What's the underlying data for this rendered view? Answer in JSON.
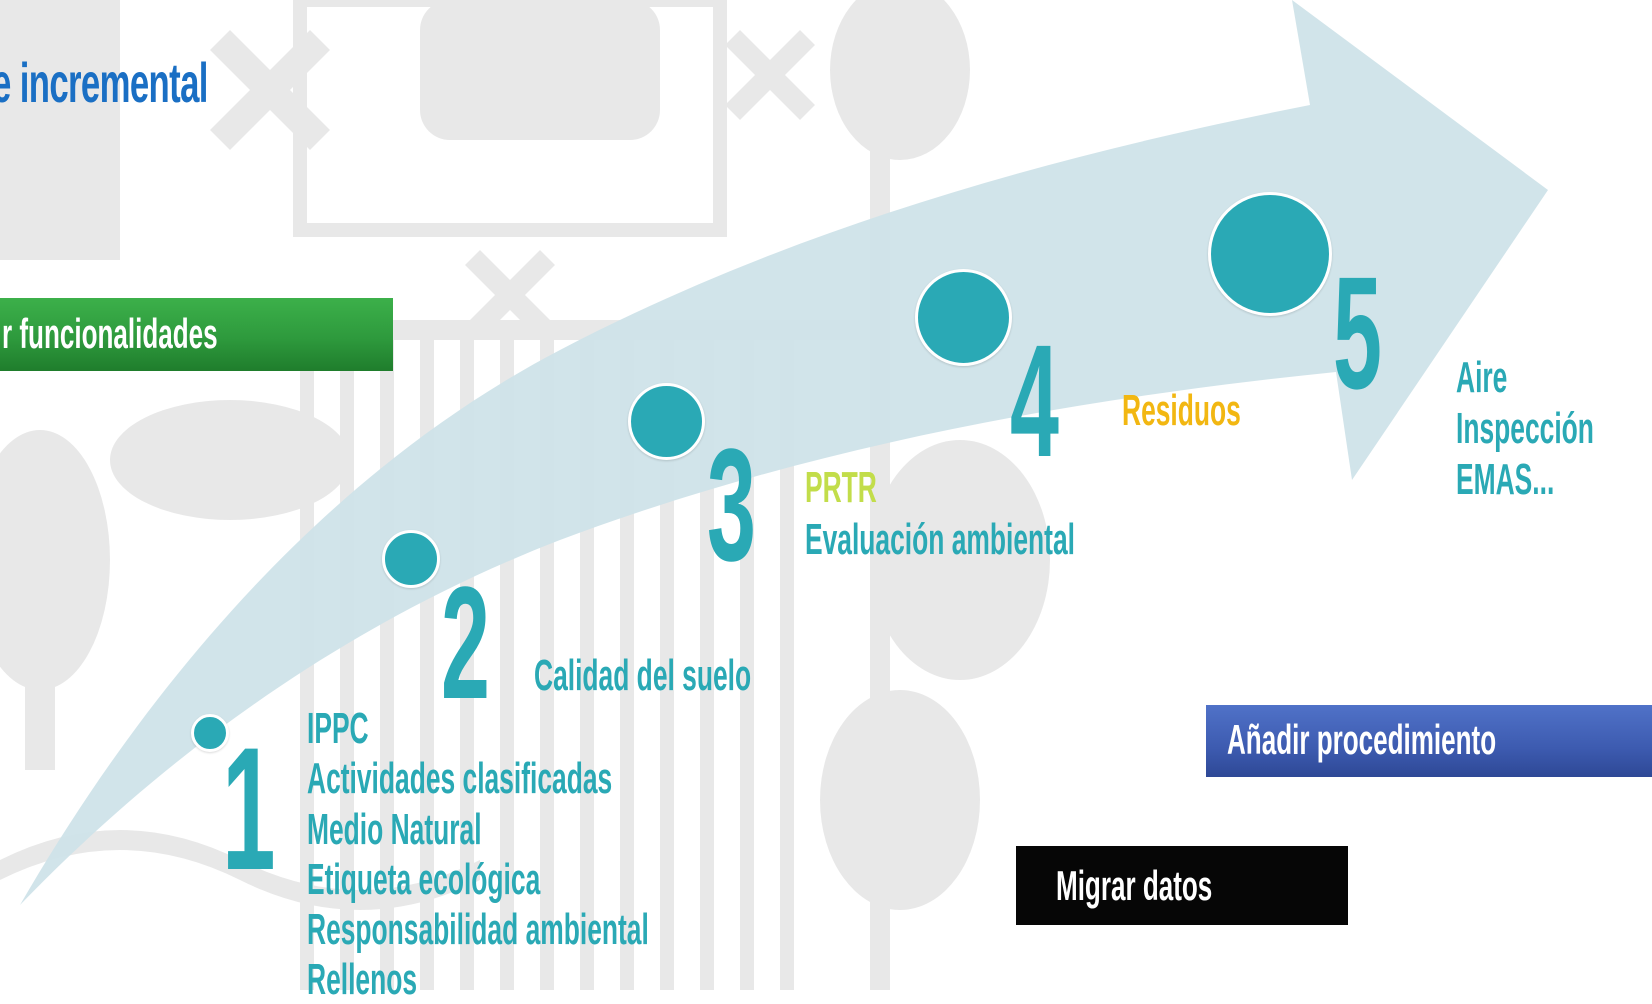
{
  "header": {
    "title": "e incremental"
  },
  "buttons": {
    "functions_label": "r funcionalidades",
    "add_procedure_label": "Añadir procedimiento",
    "migrate_label": "Migrar datos"
  },
  "colors": {
    "title": "#1a6fc4",
    "teal": "#2aa9b5",
    "arrow": "#cfe3e9",
    "green": "#2e9a3d",
    "blue": "#3d5bb0",
    "black": "#060606",
    "prtr": "#c2dd4a",
    "residuos": "#f2b712"
  },
  "steps": [
    {
      "number": "1",
      "items": [
        "IPPC",
        "Actividades clasificadas",
        "Medio Natural",
        "Etiqueta ecológica",
        "Responsabilidad ambiental",
        "Rellenos"
      ]
    },
    {
      "number": "2",
      "items": [
        "Calidad del suelo"
      ]
    },
    {
      "number": "3",
      "items": [
        "PRTR",
        "Evaluación ambiental"
      ]
    },
    {
      "number": "4",
      "items": [
        "Residuos"
      ]
    },
    {
      "number": "5",
      "items": [
        "Aire",
        "Inspección",
        "EMAS..."
      ]
    }
  ]
}
